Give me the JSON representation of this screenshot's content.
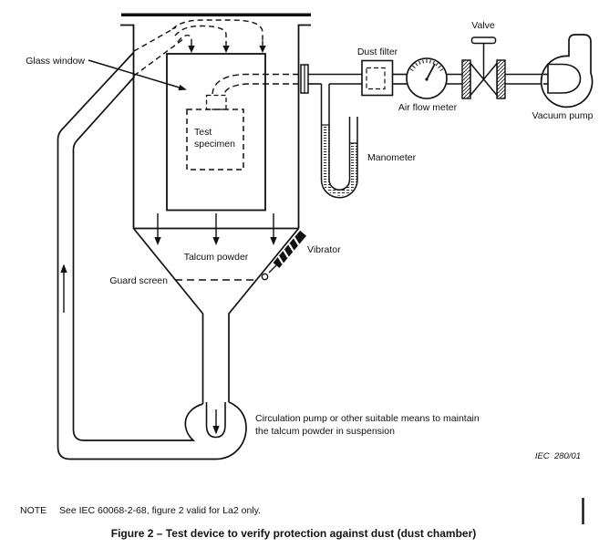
{
  "figure": {
    "note_label": "NOTE",
    "note_text": "See IEC 60068-2-68, figure 2 valid for La2 only.",
    "caption": "Figure 2 – Test device to verify protection against dust (dust chamber)",
    "artwork_ref": "IEC  280/01"
  },
  "diagram": {
    "labels": {
      "glass_window": "Glass window",
      "test_specimen_line1": "Test",
      "test_specimen_line2": "specimen",
      "dust_filter": "Dust filter",
      "air_flow_meter": "Air flow meter",
      "valve": "Valve",
      "vacuum_pump": "Vacuum pump",
      "manometer": "Manometer",
      "talcum_powder": "Talcum powder",
      "vibrator": "Vibrator",
      "guard_screen": "Guard screen",
      "circulation_line1": "Circulation pump or other suitable means to maintain",
      "circulation_line2": "the talcum powder in suspension"
    },
    "colors": {
      "line": "#111111",
      "background": "#ffffff"
    }
  }
}
